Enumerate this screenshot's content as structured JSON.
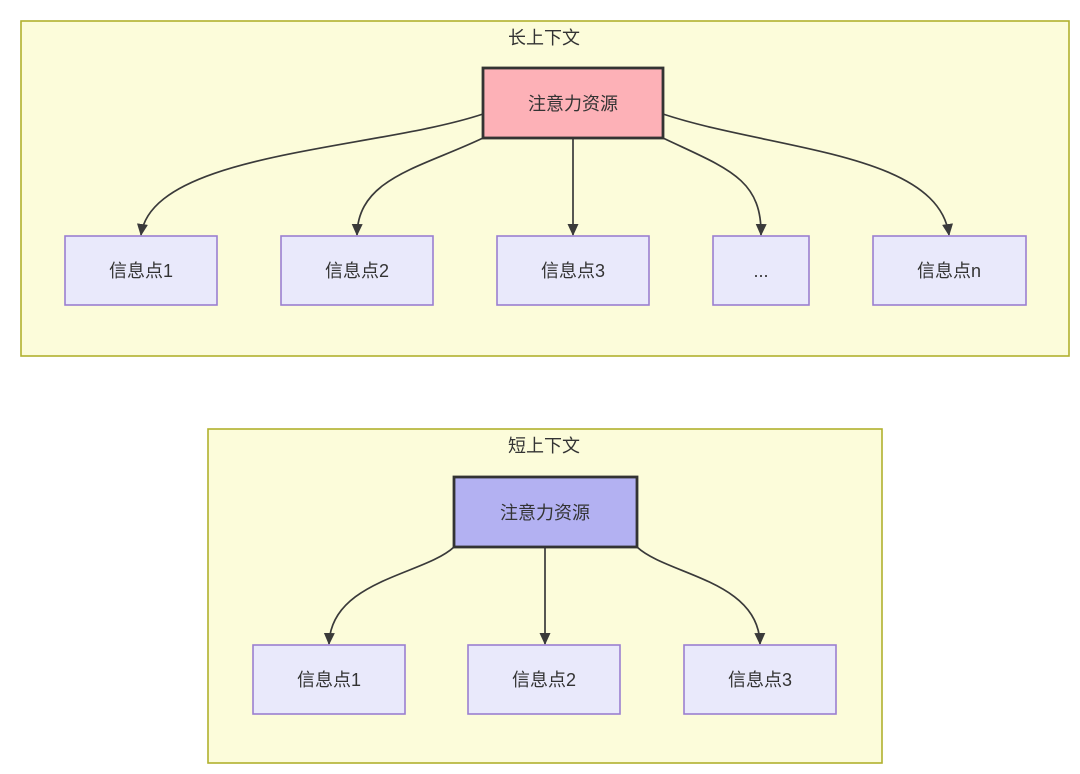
{
  "long": {
    "title": "长上下文",
    "attention": "注意力资源",
    "nodes": [
      "信息点1",
      "信息点2",
      "信息点3",
      "...",
      "信息点n"
    ]
  },
  "short": {
    "title": "短上下文",
    "attention": "注意力资源",
    "nodes": [
      "信息点1",
      "信息点2",
      "信息点3"
    ]
  },
  "colors": {
    "container_fill": "#fcfcda",
    "container_border": "#b1b12e",
    "attention_long_fill": "#fdb1b7",
    "attention_short_fill": "#b3b1f2",
    "attention_border": "#333333",
    "info_fill": "#e9e9fb",
    "info_border": "#9a7fd1",
    "line": "#3a3a3a",
    "text": "#333333"
  }
}
